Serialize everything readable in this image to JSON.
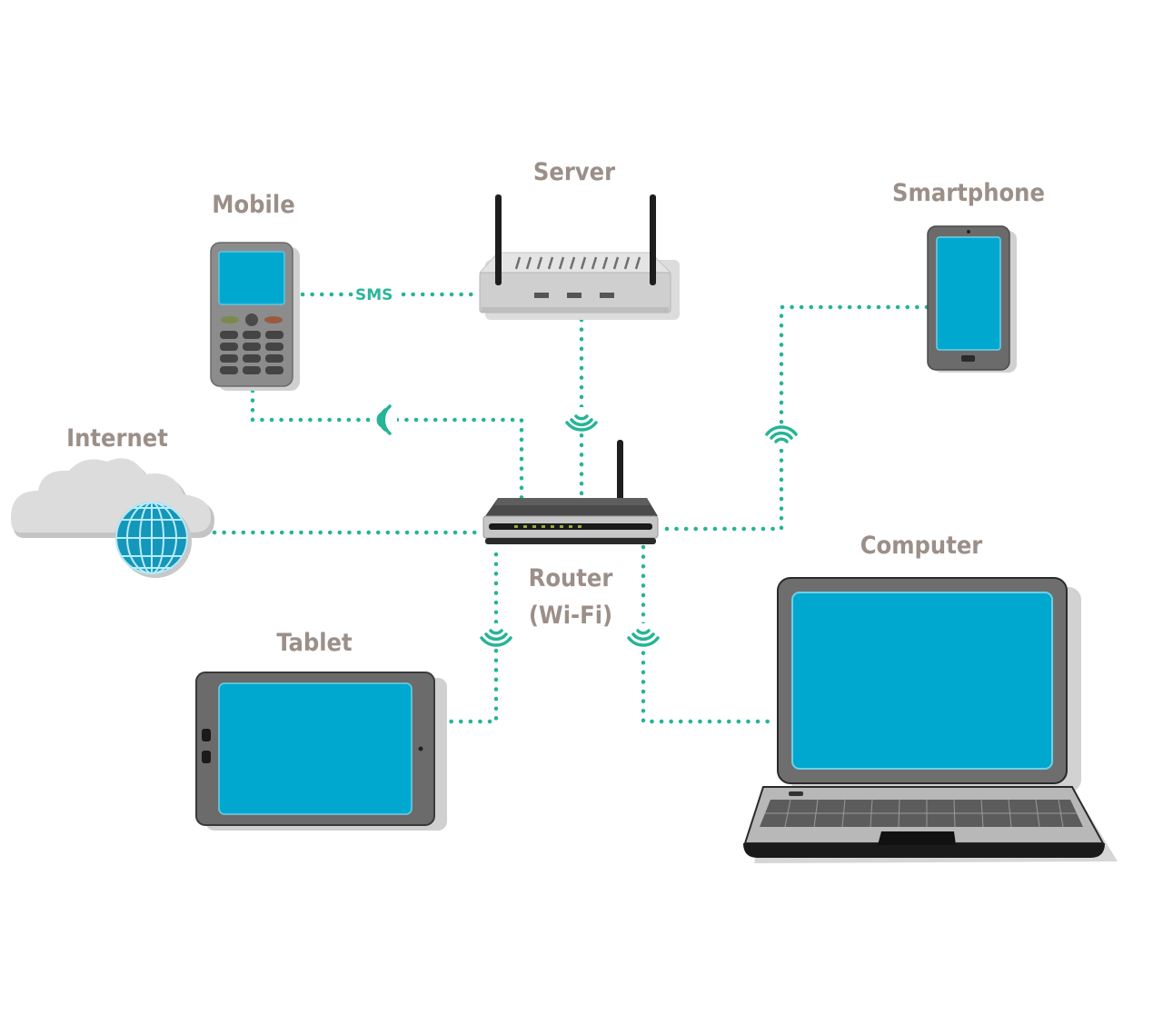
{
  "diagram": {
    "title": "Network Diagram",
    "colors": {
      "connection": "#25b496",
      "label": "#9b8f88",
      "screen": "#00a8d0",
      "device_body": "#6d6d6d",
      "cloud": "#d9d9d9"
    },
    "nodes": [
      {
        "id": "server",
        "label": "Server",
        "icon": "server-icon"
      },
      {
        "id": "mobile",
        "label": "Mobile",
        "icon": "mobile-phone-icon"
      },
      {
        "id": "smartphone",
        "label": "Smartphone",
        "icon": "smartphone-icon"
      },
      {
        "id": "internet",
        "label": "Internet",
        "icon": "cloud-globe-icon"
      },
      {
        "id": "router",
        "label_line1": "Router",
        "label_line2": "(Wi-Fi)",
        "icon": "router-icon"
      },
      {
        "id": "tablet",
        "label": "Tablet",
        "icon": "tablet-icon"
      },
      {
        "id": "computer",
        "label": "Computer",
        "icon": "laptop-icon"
      }
    ],
    "edges": [
      {
        "from": "mobile",
        "to": "server",
        "label": "SMS",
        "wireless": false
      },
      {
        "from": "mobile",
        "to": "router",
        "label": "",
        "wireless": true
      },
      {
        "from": "server",
        "to": "router",
        "label": "",
        "wireless": true
      },
      {
        "from": "smartphone",
        "to": "router",
        "label": "",
        "wireless": true
      },
      {
        "from": "internet",
        "to": "router",
        "label": "",
        "wireless": false
      },
      {
        "from": "tablet",
        "to": "router",
        "label": "",
        "wireless": true
      },
      {
        "from": "computer",
        "to": "router",
        "label": "",
        "wireless": true
      }
    ]
  }
}
